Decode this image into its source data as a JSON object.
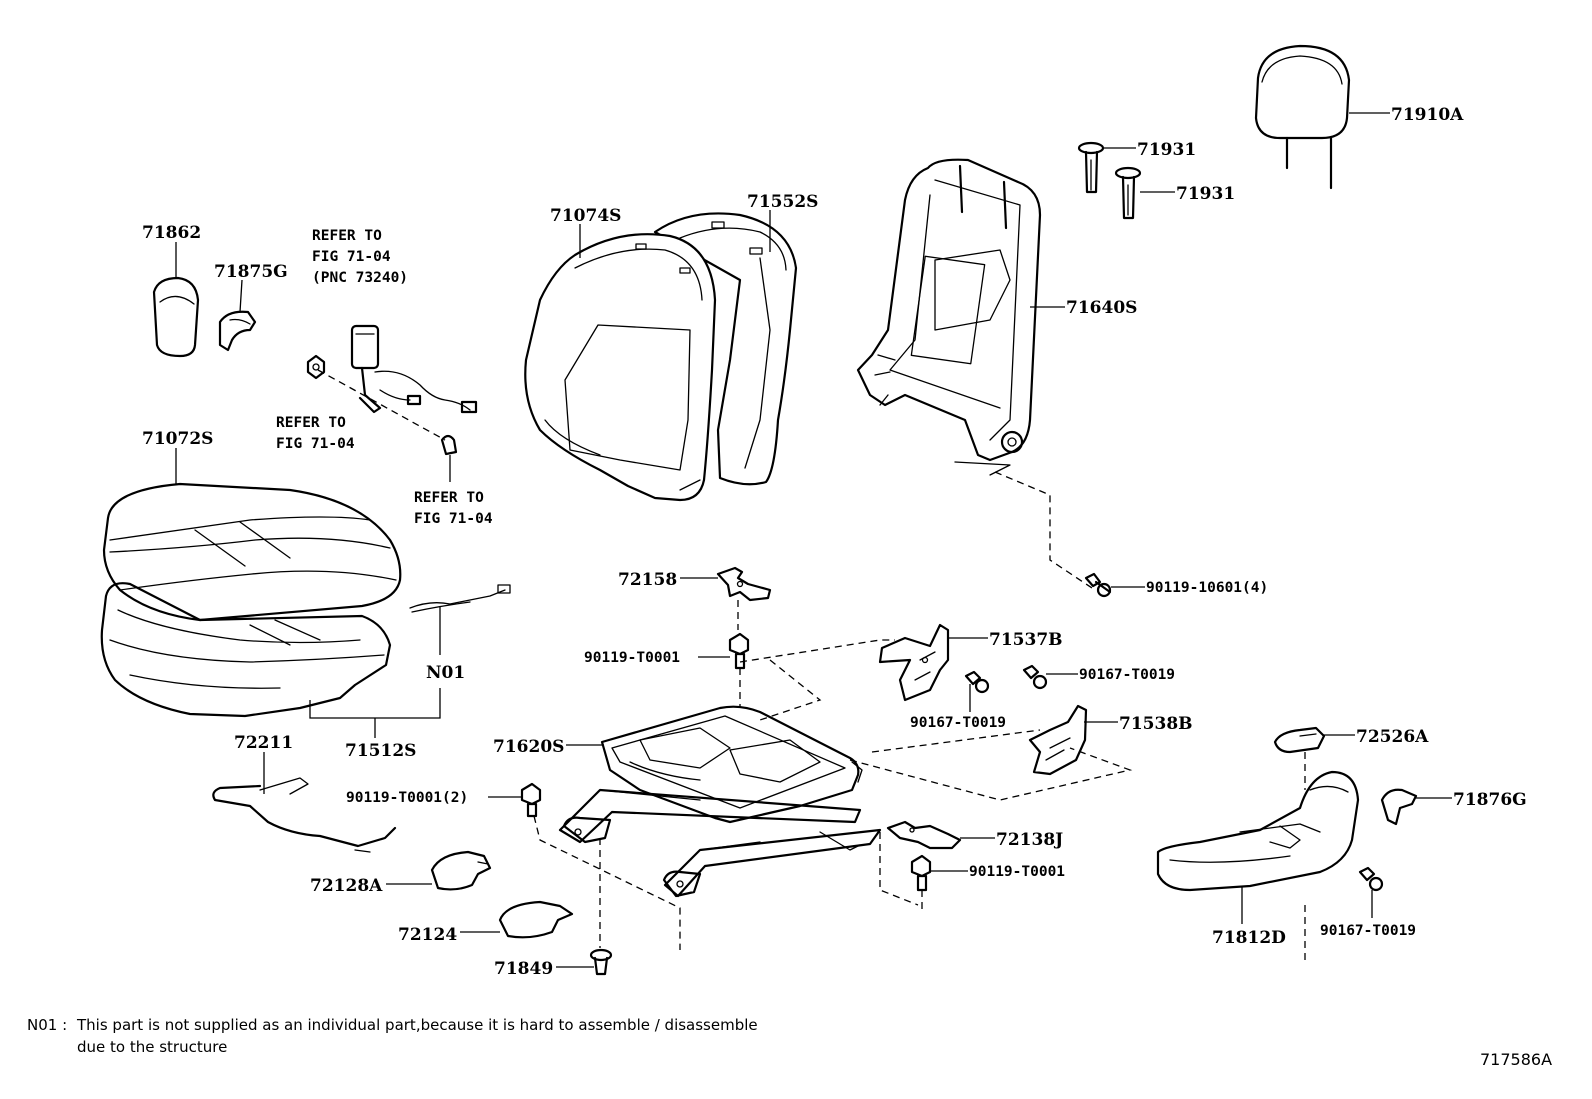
{
  "parts": {
    "p71910A": "71910A",
    "p71931a": "71931",
    "p71931b": "71931",
    "p71640S": "71640S",
    "p71074S": "71074S",
    "p71552S": "71552S",
    "p71862": "71862",
    "p71875G": "71875G",
    "p71072S": "71072S",
    "pN01": "N01",
    "p71512S": "71512S",
    "p72211": "72211",
    "p72158": "72158",
    "p90119_T0001a": "90119-T0001",
    "p71620S": "71620S",
    "p90119_T0001_2": "90119-T0001(2)",
    "p72128A": "72128A",
    "p72124": "72124",
    "p71849": "71849",
    "p71537B": "71537B",
    "p90167_T0019a": "90167-T0019",
    "p90167_T0019b": "90167-T0019",
    "p71538B": "71538B",
    "p72138J": "72138J",
    "p90119_T0001b": "90119-T0001",
    "p90119_10601_4": "90119-10601(4)",
    "p72526A": "72526A",
    "p71876G": "71876G",
    "p71812D": "71812D",
    "p90167_T0019c": "90167-T0019"
  },
  "refs": {
    "ref1": {
      "line1": "REFER TO",
      "line2": "FIG 71-04",
      "line3": "(PNC 73240)"
    },
    "ref2": {
      "line1": "REFER TO",
      "line2": "FIG 71-04"
    },
    "ref3": {
      "line1": "REFER TO",
      "line2": "FIG 71-04"
    }
  },
  "note": {
    "code": "N01 :",
    "line1": "This part is not supplied as an individual part,because it is hard to assemble / disassemble",
    "line2": "due to the structure"
  },
  "figure_code": "717586A"
}
